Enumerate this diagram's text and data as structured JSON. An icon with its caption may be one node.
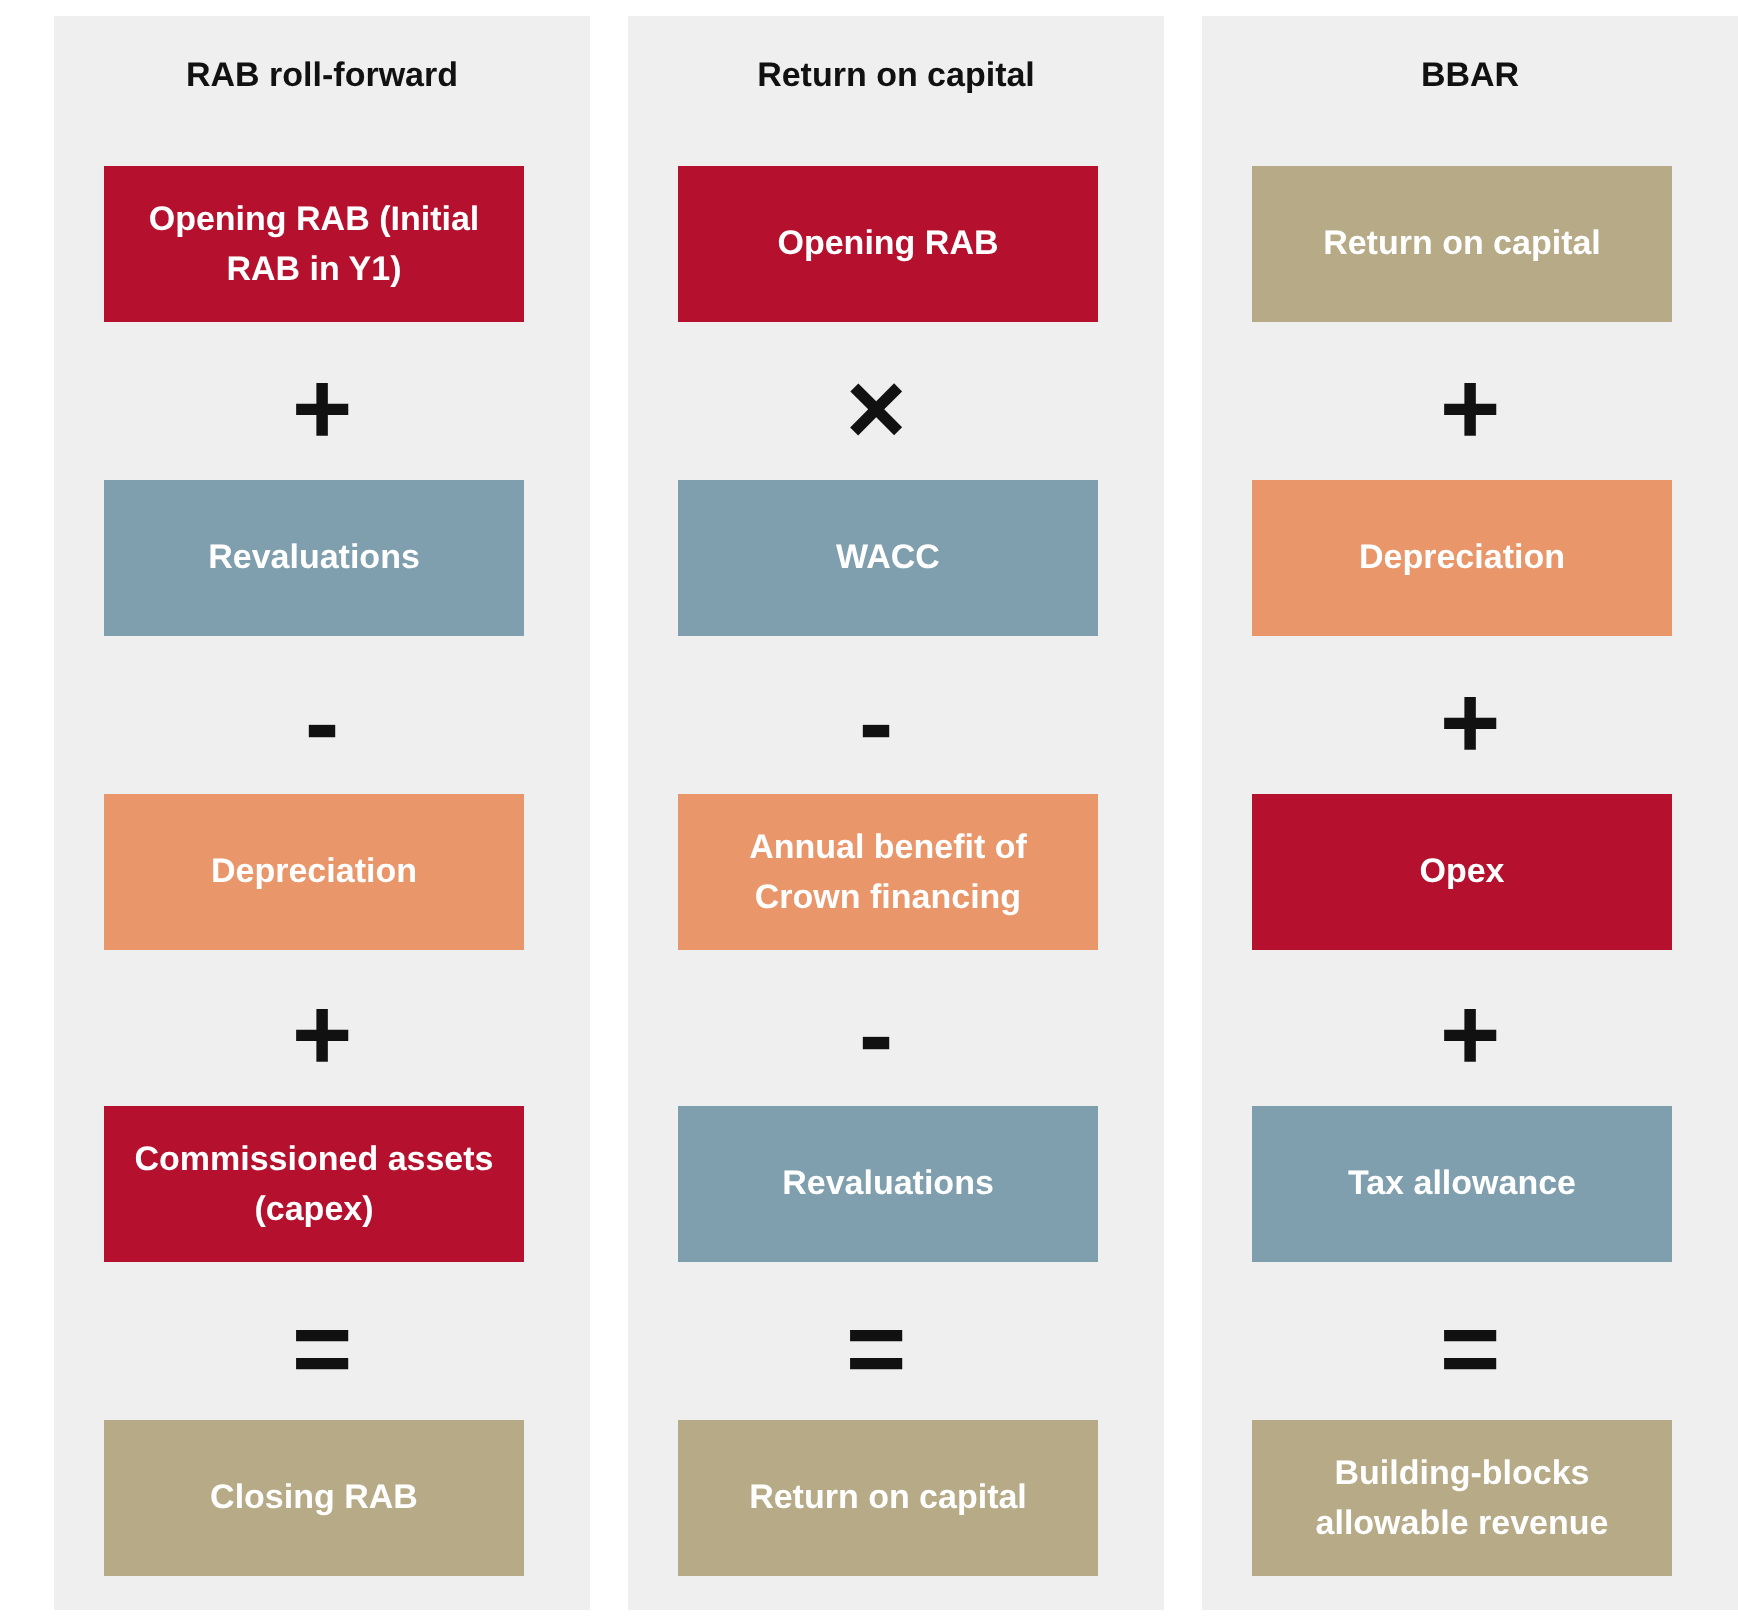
{
  "diagram": {
    "nodes": [
      {
        "text": [
          "RAB roll-forward"
        ]
      },
      {
        "text": [
          "Opening RAB (Initial RAB in Y1)"
        ],
        "in": 0
      },
      {
        "text": [
          "Revaluations"
        ],
        "in": 0
      },
      {
        "text": [
          "Depreciation"
        ],
        "in": 0
      },
      {
        "text": [
          "Commissioned assets (capex)"
        ],
        "in": 0
      },
      {
        "text": [
          "Closing RAB"
        ],
        "in": 0
      },
      {
        "text": [
          "Return on capital"
        ]
      },
      {
        "text": [
          "Opening RAB"
        ],
        "in": 6
      },
      {
        "text": [
          "WACC"
        ],
        "in": 6
      },
      {
        "text": [
          "Annual benefit of Crown financing"
        ],
        "in": 6
      },
      {
        "text": [
          "Revaluations"
        ],
        "in": 6
      },
      {
        "text": [
          "Return on capital"
        ],
        "in": 6
      },
      {
        "text": [
          "BBAR"
        ]
      },
      {
        "text": [
          "Return on capital"
        ],
        "in": 12
      },
      {
        "text": [
          "Depreciation"
        ],
        "in": 12
      },
      {
        "text": [
          "Opex"
        ],
        "in": 12
      },
      {
        "text": [
          "Tax allowance"
        ],
        "in": 12
      },
      {
        "text": [
          "Building-blocks allowable revenue"
        ],
        "in": 12
      }
    ],
    "labels": [
      "+",
      "-",
      "+",
      "=",
      "×",
      "-",
      "-",
      "=",
      "+",
      "+",
      "+",
      "="
    ]
  }
}
